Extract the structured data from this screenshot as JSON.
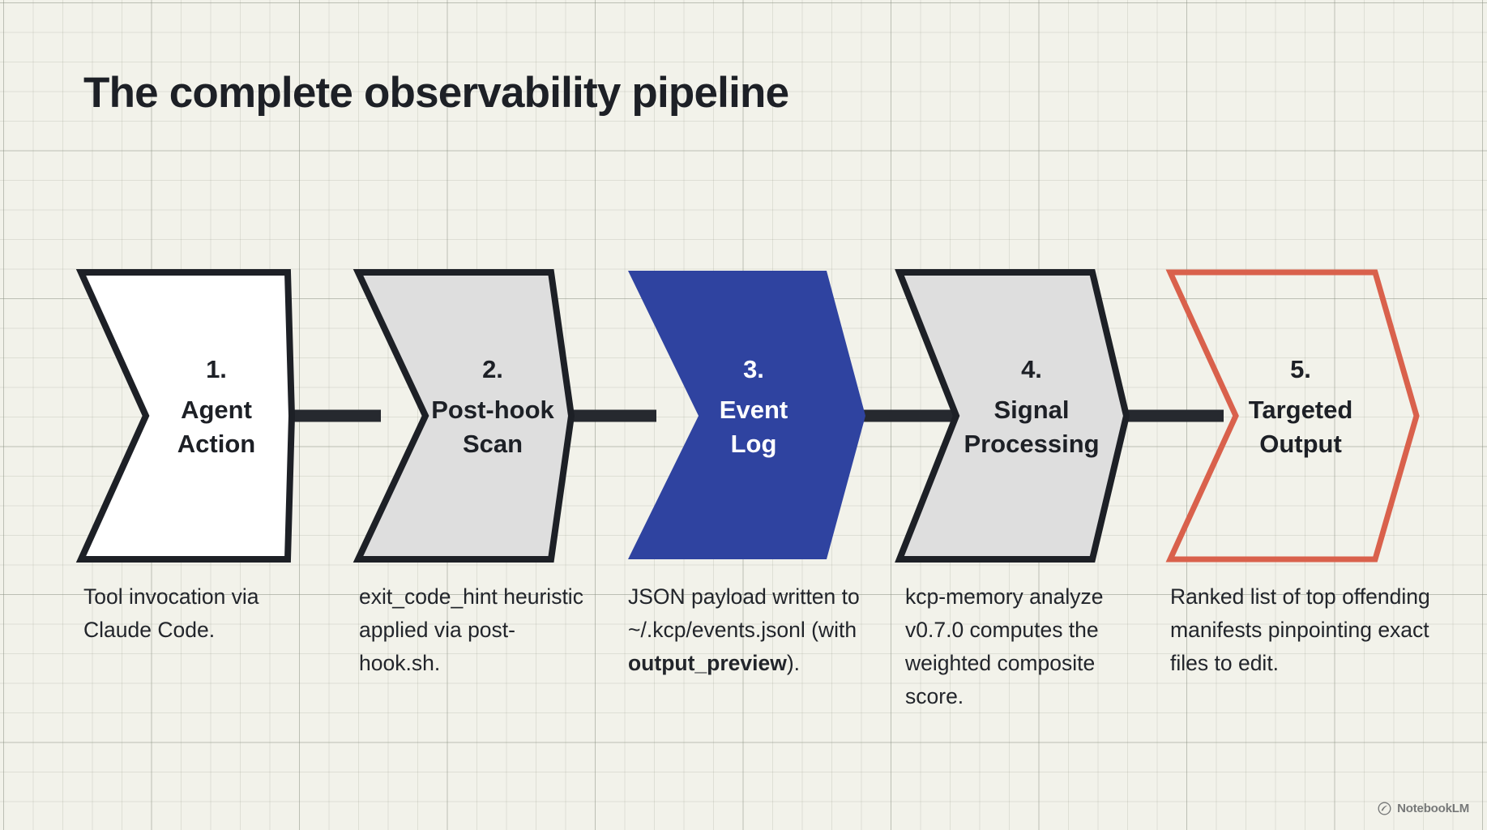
{
  "page": {
    "title": "The complete observability pipeline",
    "background_color": "#f2f2ea",
    "grid_color": "#8c9182"
  },
  "colors": {
    "ink": "#1d2026",
    "connector": "#26292f",
    "step_default_fill": "#ffffff",
    "step_muted_fill": "#dedede",
    "step_accent_fill": "#2f43a0",
    "step_accent_text": "#ffffff",
    "step_outline_accent": "#d9614c"
  },
  "diagram": {
    "type": "process-flow-chevrons",
    "step_count": 5,
    "steps": [
      {
        "index": "1.",
        "title_line1": "Agent",
        "title_line2": "Action",
        "style": "white-filled",
        "fill": "#ffffff",
        "stroke": "#1d2026",
        "text_color": "#1d2026",
        "caption": "Tool invocation via Claude Code."
      },
      {
        "index": "2.",
        "title_line1": "Post-hook",
        "title_line2": "Scan",
        "style": "grey-filled",
        "fill": "#dedede",
        "stroke": "#1d2026",
        "text_color": "#1d2026",
        "caption": "exit_code_hint heuristic applied via post-hook.sh."
      },
      {
        "index": "3.",
        "title_line1": "Event",
        "title_line2": "Log",
        "style": "blue-filled",
        "fill": "#2f43a0",
        "stroke": "none",
        "text_color": "#ffffff",
        "caption_parts": [
          {
            "text": "JSON payload written to ~/.kcp/events.jsonl (with ",
            "bold": false
          },
          {
            "text": "output_preview",
            "bold": true
          },
          {
            "text": ").",
            "bold": false
          }
        ],
        "caption": "JSON payload written to ~/.kcp/events.jsonl (with output_preview)."
      },
      {
        "index": "4.",
        "title_line1": "Signal",
        "title_line2": "Processing",
        "style": "grey-filled",
        "fill": "#dedede",
        "stroke": "#1d2026",
        "text_color": "#1d2026",
        "caption": "kcp-memory analyze v0.7.0 computes the weighted composite score."
      },
      {
        "index": "5.",
        "title_line1": "Targeted",
        "title_line2": "Output",
        "style": "outline-accent",
        "fill": "none",
        "stroke": "#d9614c",
        "text_color": "#1d2026",
        "caption": "Ranked list of top offending manifests pinpointing exact files to edit."
      }
    ],
    "connectors": [
      {
        "from": "1",
        "to": "2"
      },
      {
        "from": "2",
        "to": "3"
      },
      {
        "from": "3",
        "to": "4"
      },
      {
        "from": "4",
        "to": "5"
      }
    ]
  },
  "watermark": {
    "label": "NotebookLM",
    "icon": "notebooklm-logo-icon"
  }
}
